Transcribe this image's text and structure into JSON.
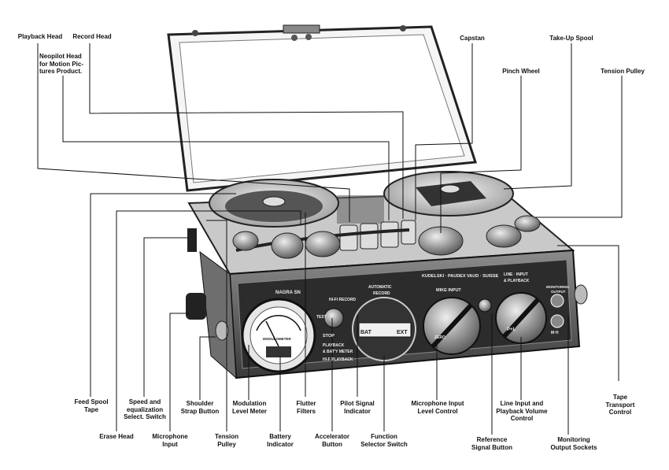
{
  "labels": {
    "playback_head": "Playback Head",
    "record_head": "Record Head",
    "neopilot_head": "Neopilot Head\nfor Motion Pic-\ntures Product.",
    "capstan": "Capstan",
    "take_up_spool": "Take-Up Spool",
    "pinch_wheel": "Pinch Wheel",
    "tension_pulley_right": "Tension Pulley",
    "feed_spool": "Feed Spool\nTape",
    "speed_switch": "Speed and\nequalization\nSelect. Switch",
    "erase_head": "Erase Head",
    "shoulder_strap": "Shoulder\nStrap Button",
    "microphone_input": "Microphone\nInput",
    "tension_pulley_left": "Tension\nPulley",
    "modulation_meter": "Modulation\nLevel Meter",
    "battery_indicator": "Battery\nIndicator",
    "flutter_filters": "Flutter\nFilters",
    "accelerator_button": "Accelerator\nButton",
    "pilot_signal": "Pilot Signal\nIndicator",
    "function_selector": "Function\nSelector Switch",
    "mic_level_control": "Microphone Input\nLevel Control",
    "reference_signal": "Reference\nSignal Button",
    "line_input_volume": "Line Input and\nPlayback Volume\nControl",
    "monitoring_output": "Monitoring\nOutput Sockets",
    "tape_transport": "Tape\nTransport\nControl"
  },
  "panel": {
    "brand": "NAGRA SN",
    "maker": "KUDELSKI · PAUDEX VAUD · SUISSE",
    "hifi_record": "HI-FI RECORD",
    "automatic_record": "AUTOMATIC\nRECORD",
    "test": "TEST",
    "stop": "STOP",
    "playback_bat_meter": "PLAYBACK\n& BAT'Y METER",
    "hifi_playback": "HI-F   PLAYBACK",
    "mike_input": "MIKE INPUT",
    "line_input_playback": "LINE · INPUT\n& PLAYBACK",
    "monitoring_output": "MONITORING\nOUTPUT",
    "zero": "ZERO",
    "modulometer": "MODULOMETER",
    "bat": "BAT",
    "ext": "EXT",
    "pl": "P+L",
    "mh": "M·H"
  }
}
